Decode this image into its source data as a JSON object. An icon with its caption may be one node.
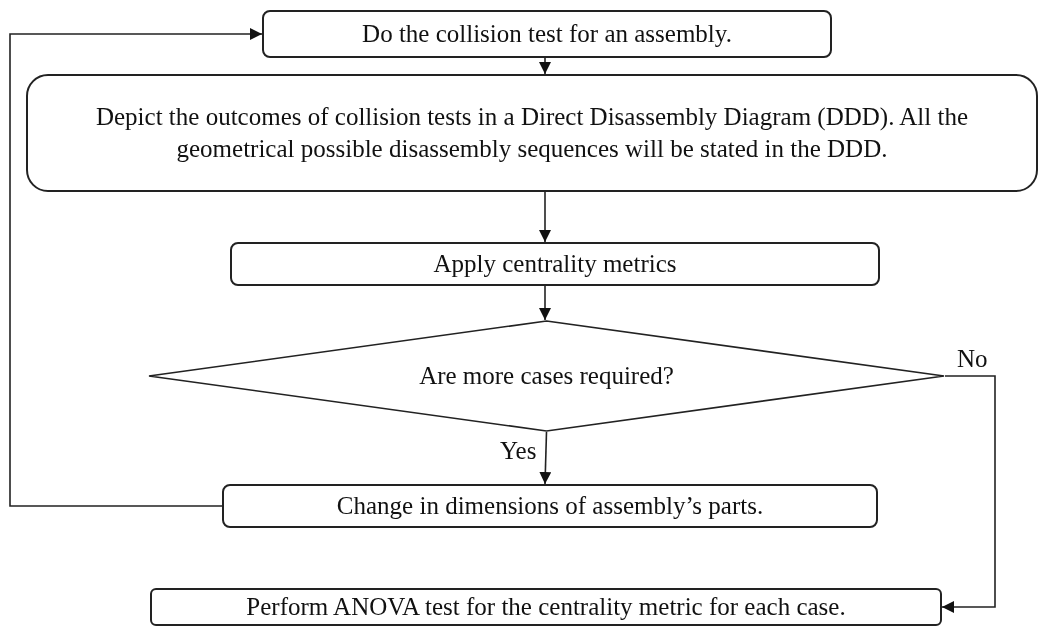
{
  "diagram": {
    "nodes": [
      {
        "text": [
          "Do the collision test for an assembly."
        ]
      },
      {
        "text": [
          "Depict the outcomes of collision tests in a Direct Disassembly Diagram (DDD). All the geometrical possible disassembly sequences will be stated in the DDD."
        ]
      },
      {
        "text": [
          "Apply centrality metrics"
        ]
      },
      {
        "text": [
          "Are more cases required?"
        ]
      },
      {
        "text": [
          "Change in dimensions of assembly’s parts."
        ]
      },
      {
        "text": [
          "Perform ANOVA test for the centrality metric for each case."
        ]
      }
    ],
    "edges": [
      {
        "from": 0,
        "to": 1,
        "arrow": "to"
      },
      {
        "from": 1,
        "to": 2,
        "arrow": "to"
      },
      {
        "from": 2,
        "to": 3,
        "arrow": "to"
      },
      {
        "from": 3,
        "to": 4,
        "arrow": "to",
        "label": "Yes"
      },
      {
        "from": 3,
        "to": 5,
        "arrow": "to",
        "label": "No"
      },
      {
        "from": 4,
        "to": 0,
        "arrow": "to"
      }
    ]
  }
}
